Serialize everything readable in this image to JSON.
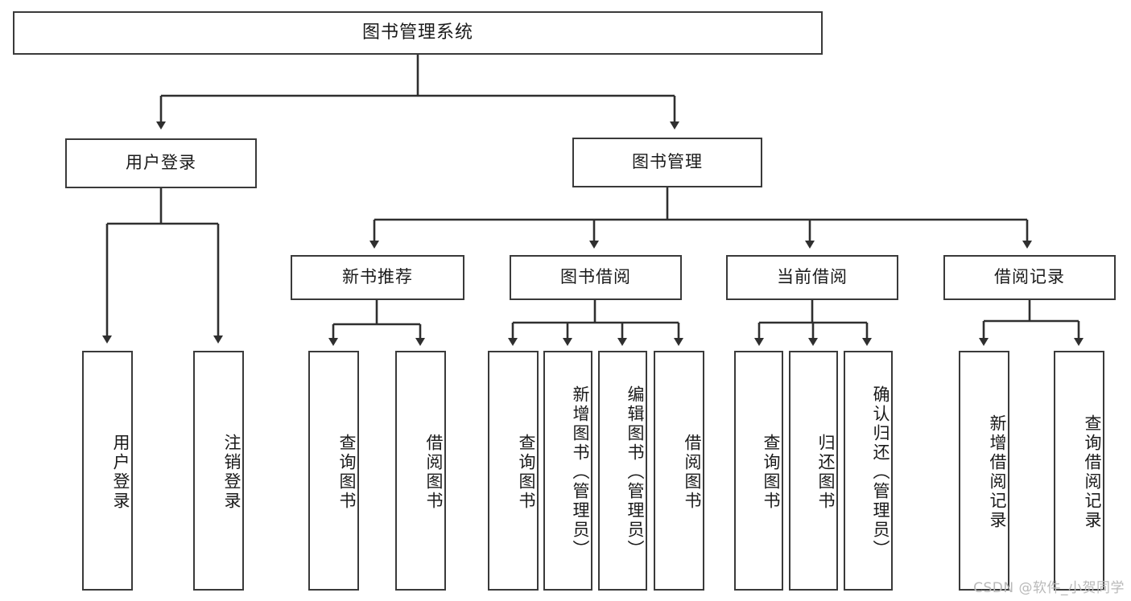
{
  "diagram": {
    "title": "图书管理系统",
    "type": "functional-structure-tree",
    "colors": {
      "background": "#ffffff",
      "box_border": "#3a3a3a",
      "box_fill": "#ffffff",
      "connector": "#2f2f2f",
      "text": "#1a1a1a",
      "watermark": "#b9b9b9"
    },
    "root": {
      "label": "图书管理系统"
    },
    "level2": [
      {
        "label": "用户登录"
      },
      {
        "label": "图书管理"
      }
    ],
    "level3": [
      {
        "label": "新书推荐"
      },
      {
        "label": "图书借阅"
      },
      {
        "label": "当前借阅"
      },
      {
        "label": "借阅记录"
      }
    ],
    "leaves": {
      "user_login": [
        {
          "label": "用户登录"
        },
        {
          "label": "注销登录"
        }
      ],
      "new_book_recommend": [
        {
          "label": "查询图书"
        },
        {
          "label": "借阅图书"
        }
      ],
      "book_borrow": [
        {
          "label": "查询图书"
        },
        {
          "label": "新增图书（管理员）"
        },
        {
          "label": "编辑图书（管理员）"
        },
        {
          "label": "借阅图书"
        }
      ],
      "current_borrow": [
        {
          "label": "查询图书"
        },
        {
          "label": "归还图书"
        },
        {
          "label": "确认归还（管理员）"
        }
      ],
      "borrow_record": [
        {
          "label": "新增借阅记录"
        },
        {
          "label": "查询借阅记录"
        }
      ]
    },
    "watermark": "CSDN @软件_小贺同学"
  }
}
